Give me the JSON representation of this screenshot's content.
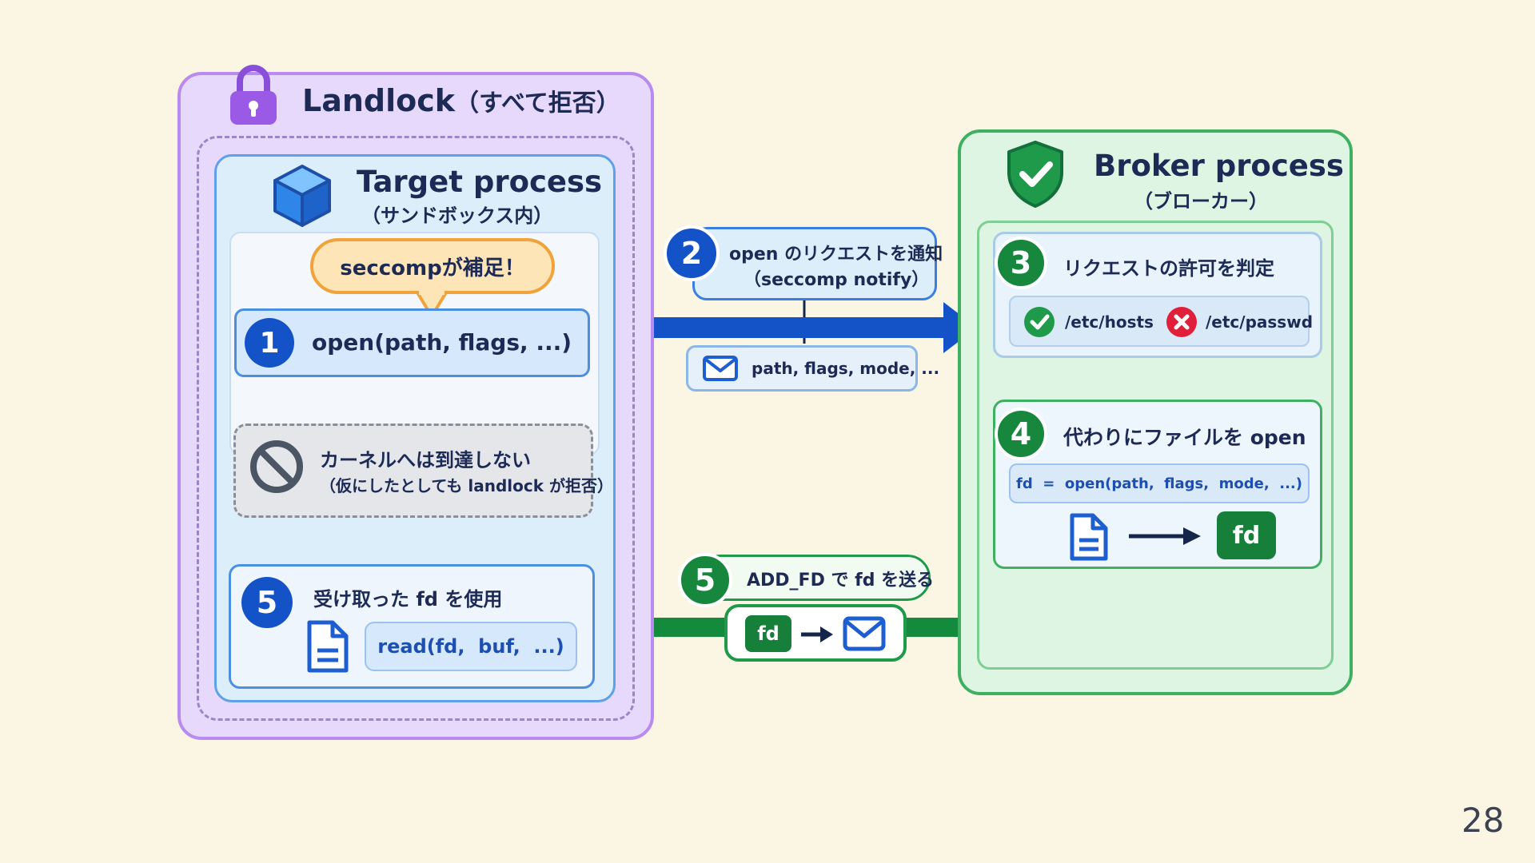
{
  "landlock": {
    "title": "Landlock",
    "subtitle": "（すべて拒否）"
  },
  "target": {
    "title": "Target process",
    "subtitle": "（サンドボックス内）",
    "callout": "seccompが補足！",
    "step1": {
      "num": "1",
      "code": "open(path, flags, ...)"
    },
    "blocked": {
      "line1": "カーネルへは到達しない",
      "line2": "（仮にしたとしても landlock が拒否）"
    },
    "step5": {
      "num": "5",
      "title": "受け取った fd を使用",
      "code": "read(fd,  buf,  ...)"
    }
  },
  "middle": {
    "step2": {
      "num": "2",
      "line1": "open のリクエストを通知",
      "line2": "（seccomp notify）"
    },
    "payload": "path, flags, mode, ...",
    "step5": {
      "num": "5",
      "label": "ADD_FD で fd を送る",
      "fd": "fd"
    }
  },
  "broker": {
    "title": "Broker process",
    "subtitle": "（ブローカー）",
    "step3": {
      "num": "3",
      "title": "リクエストの許可を判定",
      "allowed": "/etc/hosts",
      "denied": "/etc/passwd"
    },
    "step4": {
      "num": "4",
      "title": "代わりにファイルを open",
      "code": "fd  =  open(path,  flags,  mode,  ...)",
      "fd": "fd"
    }
  },
  "page_number": "28",
  "colors": {
    "background": "#fbf6e3",
    "landlock": "#a35ee8",
    "target": "#2f7be0",
    "broker": "#1f9a4a",
    "accent_orange": "#f0a33a",
    "deny_red": "#e0203a"
  },
  "icons": [
    "lock-icon",
    "cube-icon",
    "shield-check-icon",
    "no-entry-icon",
    "document-icon",
    "mail-icon",
    "check-icon",
    "x-icon"
  ]
}
